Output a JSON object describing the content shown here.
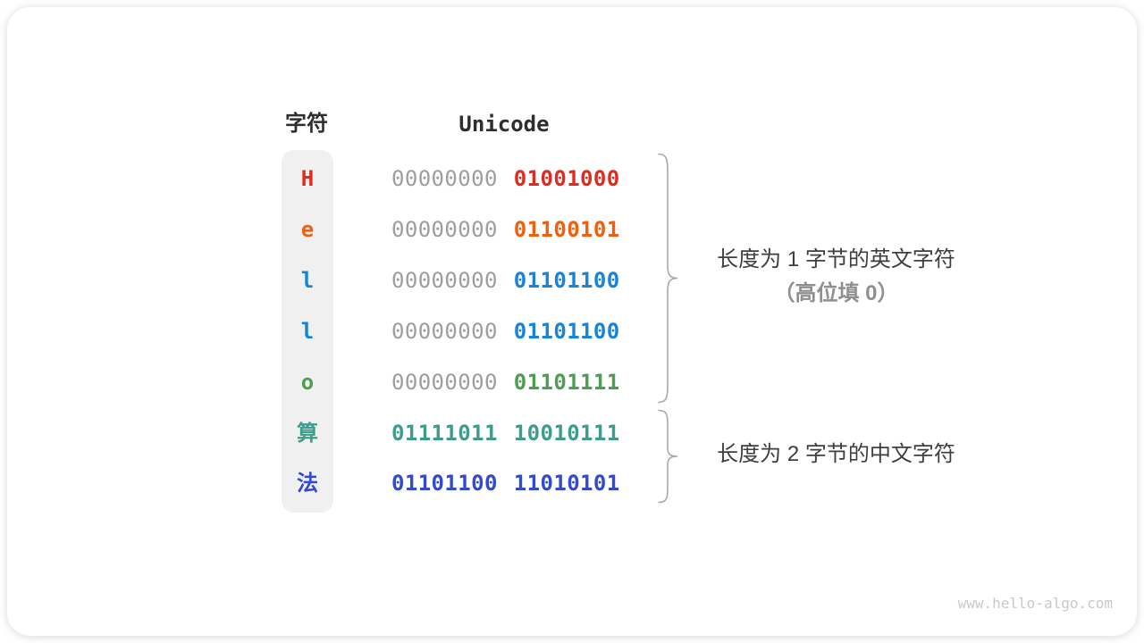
{
  "header": {
    "char_label": "字符",
    "unicode_label": "Unicode"
  },
  "rows": [
    {
      "char": "H",
      "char_color": "#df2b20",
      "byte1": "00000000",
      "byte1_color": "#9e9e9e",
      "byte1_weight": "400",
      "byte2": "01001000",
      "byte2_color": "#df2b20",
      "byte2_weight": "700"
    },
    {
      "char": "e",
      "char_color": "#ee5f0e",
      "byte1": "00000000",
      "byte1_color": "#9e9e9e",
      "byte1_weight": "400",
      "byte2": "01100101",
      "byte2_color": "#ee5f0e",
      "byte2_weight": "700"
    },
    {
      "char": "l",
      "char_color": "#1783d9",
      "byte1": "00000000",
      "byte1_color": "#9e9e9e",
      "byte1_weight": "400",
      "byte2": "01101100",
      "byte2_color": "#1783d9",
      "byte2_weight": "700"
    },
    {
      "char": "l",
      "char_color": "#1783d9",
      "byte1": "00000000",
      "byte1_color": "#9e9e9e",
      "byte1_weight": "400",
      "byte2": "01101100",
      "byte2_color": "#1783d9",
      "byte2_weight": "700"
    },
    {
      "char": "o",
      "char_color": "#4e9e52",
      "byte1": "00000000",
      "byte1_color": "#9e9e9e",
      "byte1_weight": "400",
      "byte2": "01101111",
      "byte2_color": "#4e9e52",
      "byte2_weight": "700"
    },
    {
      "char": "算",
      "char_color": "#3e9c8d",
      "byte1": "01111011",
      "byte1_color": "#3e9c8d",
      "byte1_weight": "700",
      "byte2": "10010111",
      "byte2_color": "#3e9c8d",
      "byte2_weight": "700"
    },
    {
      "char": "法",
      "char_color": "#3349cf",
      "byte1": "01101100",
      "byte1_color": "#3349cf",
      "byte1_weight": "700",
      "byte2": "11010101",
      "byte2_color": "#3349cf",
      "byte2_weight": "700"
    }
  ],
  "annotations": {
    "english_group_line1": "长度为 1 字节的英文字符",
    "english_group_line2": "（高位填 0）",
    "chinese_group_line1": "长度为 2 字节的中文字符"
  },
  "colors": {
    "brace": "#a8a8a8",
    "pill_bg": "#f0f0f0"
  },
  "watermark": "www.hello-algo.com"
}
